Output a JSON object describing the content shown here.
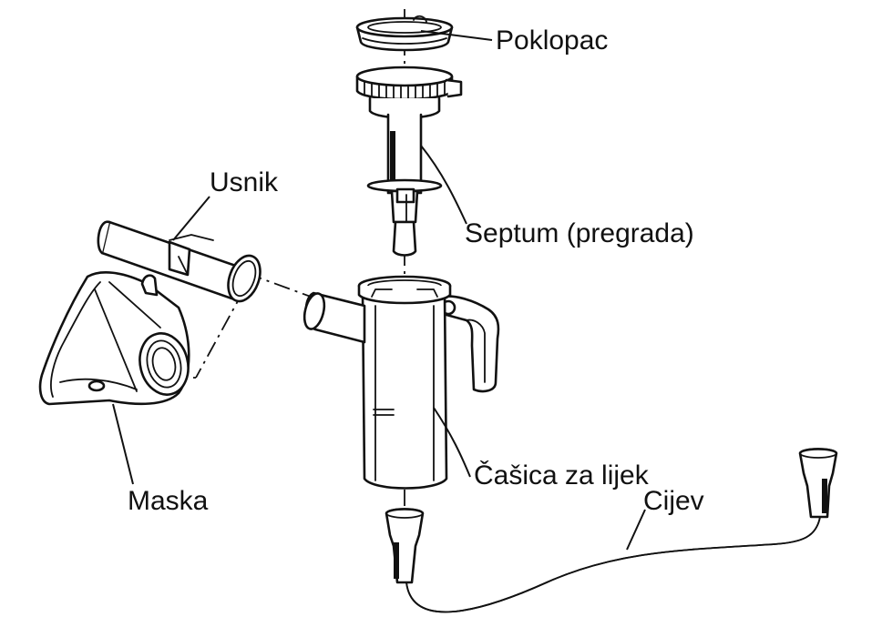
{
  "labels": {
    "lid": "Poklopac",
    "septum": "Septum (pregrada)",
    "mouthpiece": "Usnik",
    "mask": "Maska",
    "medicine_cup": "Čašica za lijek",
    "tube": "Cijev"
  },
  "colors": {
    "line": "#111111",
    "background": "#ffffff"
  }
}
